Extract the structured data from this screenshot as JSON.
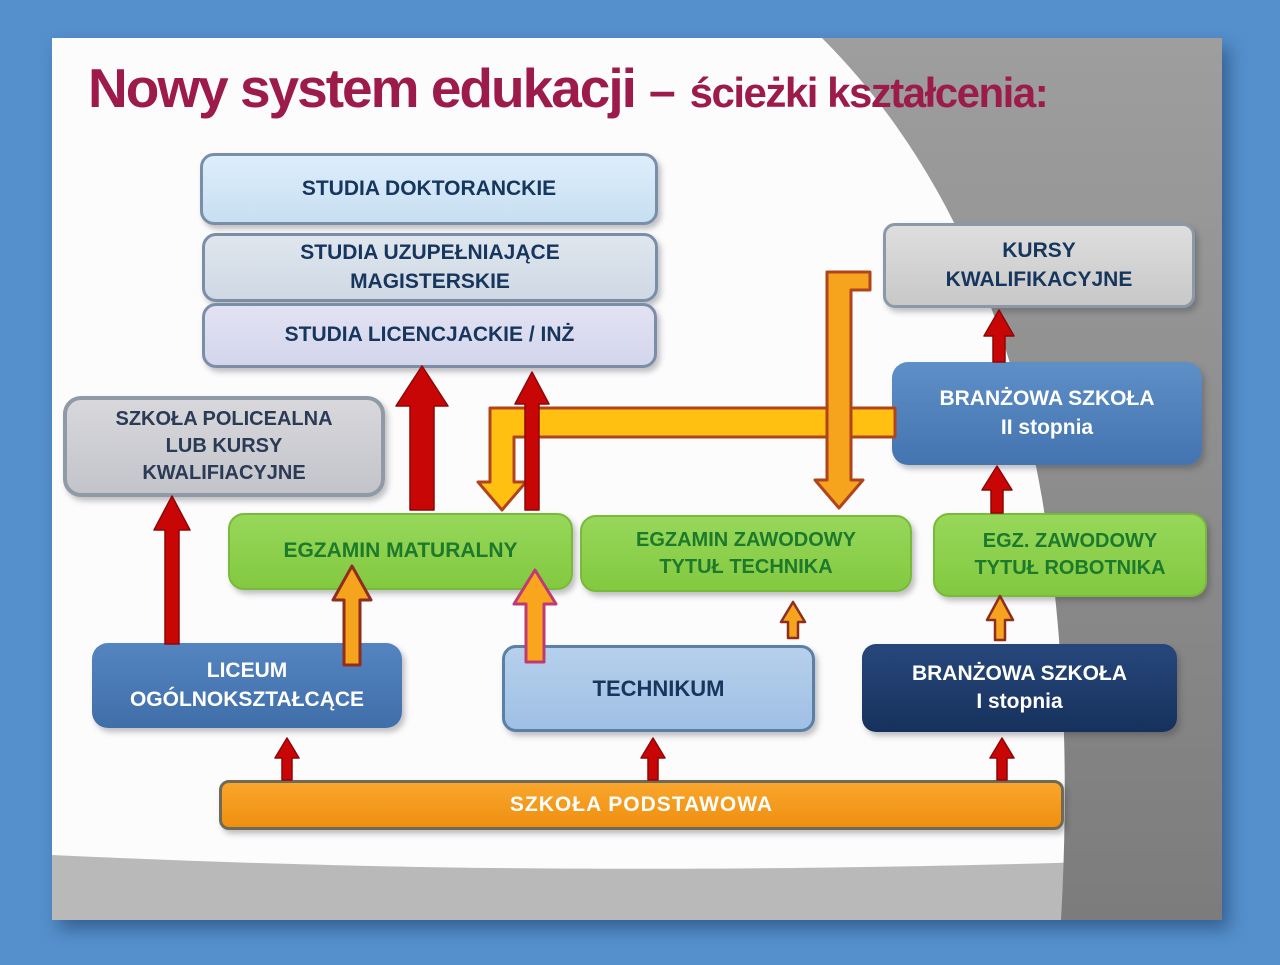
{
  "palette": {
    "frame_blue": "#5590cc",
    "slide_white": "#fcfcfd",
    "circle_gray_dark": "#828282",
    "circle_gray_light": "#b9b9b9",
    "title_maroon": "#9c1b4a",
    "navy_text": "#17365d",
    "green_box": "#8ed04c",
    "green_text": "#1d7a2c",
    "blue_box": "#4f81bd",
    "light_blue_box": "#abc8e8",
    "dark_navy_box": "#1e3a66",
    "orange_bar": "#f79b1b",
    "red_arrow": "#c90606",
    "gold_arrow": "#ffc012",
    "orange_arrow": "#f6a41e"
  },
  "title": {
    "main": "Nowy system edukacji",
    "separator": "–",
    "subtitle": "ścieżki kształcenia:"
  },
  "boxes": {
    "studia_doktoranckie": {
      "line1": "STUDIA DOKTORANCKIE"
    },
    "studia_magisterskie": {
      "line1": "STUDIA UZUPEŁNIAJĄCE",
      "line2": "MAGISTERSKIE"
    },
    "studia_licencjackie": {
      "line1": "STUDIA LICENCJACKIE / INŻ"
    },
    "kursy_kwalifikacyjne": {
      "line1": "KURSY",
      "line2": "KWALIFIKACYJNE"
    },
    "branzowa_2": {
      "line1": "BRANŻOWA SZKOŁA",
      "line2": "II stopnia"
    },
    "szkola_policealna": {
      "line1": "SZKOŁA POLICEALNA",
      "line2": "LUB KURSY",
      "line3": "KWALIFIACYJNE"
    },
    "egzamin_maturalny": {
      "line1": "EGZAMIN MATURALNY"
    },
    "egzamin_zawodowy_technika": {
      "line1": "EGZAMIN ZAWODOWY",
      "line2": "TYTUŁ TECHNIKA"
    },
    "egzamin_zawodowy_robotnika": {
      "line1": "EGZ. ZAWODOWY",
      "line2": "TYTUŁ ROBOTNIKA"
    },
    "liceum": {
      "line1": "LICEUM",
      "line2": "OGÓLNOKSZTAŁCĄCE"
    },
    "technikum": {
      "line1": "TECHNIKUM"
    },
    "branzowa_1": {
      "line1": "BRANŻOWA SZKOŁA",
      "line2": "I stopnia"
    },
    "szkola_podstawowa": {
      "line1": "SZKOŁA PODSTAWOWA"
    }
  },
  "edges": [
    {
      "from": "egzamin_maturalny",
      "to": "studia_licencjackie",
      "style": "red-thick"
    },
    {
      "from": "egzamin_maturalny",
      "to": "studia_licencjackie",
      "style": "red-thin"
    },
    {
      "from": "liceum",
      "to": "szkola_policealna",
      "style": "red"
    },
    {
      "from": "branzowa_2",
      "to": "kursy_kwalifikacyjne",
      "style": "red"
    },
    {
      "from": "egzamin_zawodowy_robotnika",
      "to": "branzowa_2",
      "style": "red"
    },
    {
      "from": "szkola_podstawowa",
      "to": "liceum",
      "style": "red"
    },
    {
      "from": "szkola_podstawowa",
      "to": "technikum",
      "style": "red"
    },
    {
      "from": "szkola_podstawowa",
      "to": "branzowa_1",
      "style": "red"
    },
    {
      "from": "liceum",
      "to": "egzamin_maturalny",
      "style": "orange"
    },
    {
      "from": "technikum",
      "to": "egzamin_maturalny",
      "style": "orange"
    },
    {
      "from": "technikum",
      "to": "egzamin_zawodowy_technika",
      "style": "orange"
    },
    {
      "from": "branzowa_1",
      "to": "egzamin_zawodowy_robotnika",
      "style": "orange"
    },
    {
      "from": "branzowa_2",
      "to": "egzamin_maturalny",
      "style": "gold-elbow"
    },
    {
      "from": "kursy_kwalifikacyjne",
      "to": "egzamin_zawodowy_technika",
      "style": "gold-elbow"
    }
  ]
}
